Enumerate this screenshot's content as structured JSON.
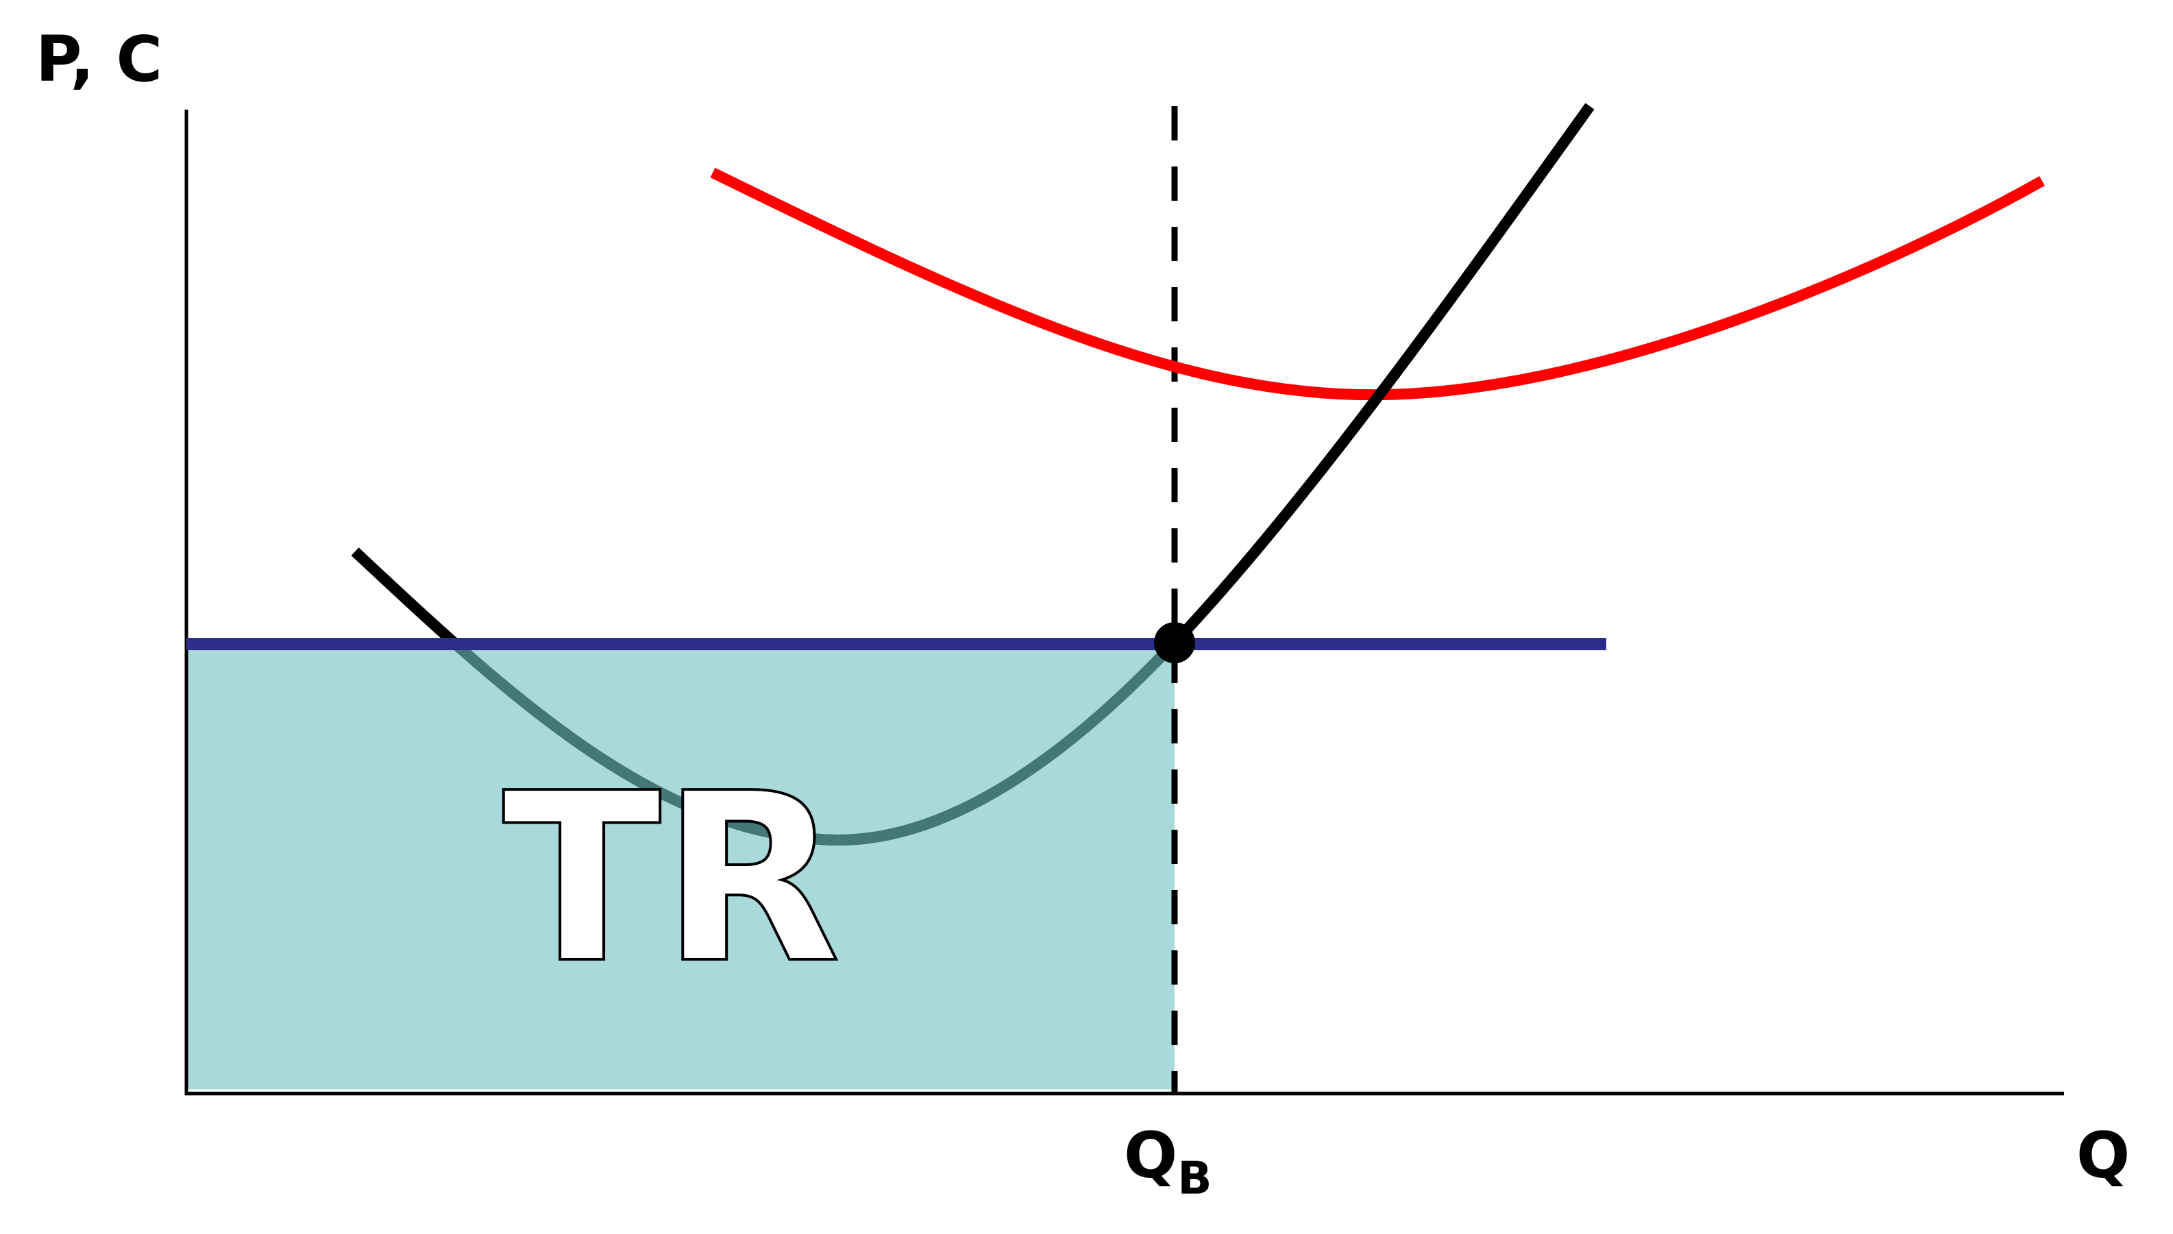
{
  "labels": {
    "y_axis": "P, C",
    "x_axis": "Q",
    "qb_main": "Q",
    "qb_sub": "B",
    "area": "TR"
  },
  "colors": {
    "atc_curve": "#ff0000",
    "mc_curve": "#000000",
    "price_line": "#2e2e8a",
    "tr_fill": "#aad9db",
    "mc_inside_area": "#447777",
    "axes": "#000000"
  }
}
